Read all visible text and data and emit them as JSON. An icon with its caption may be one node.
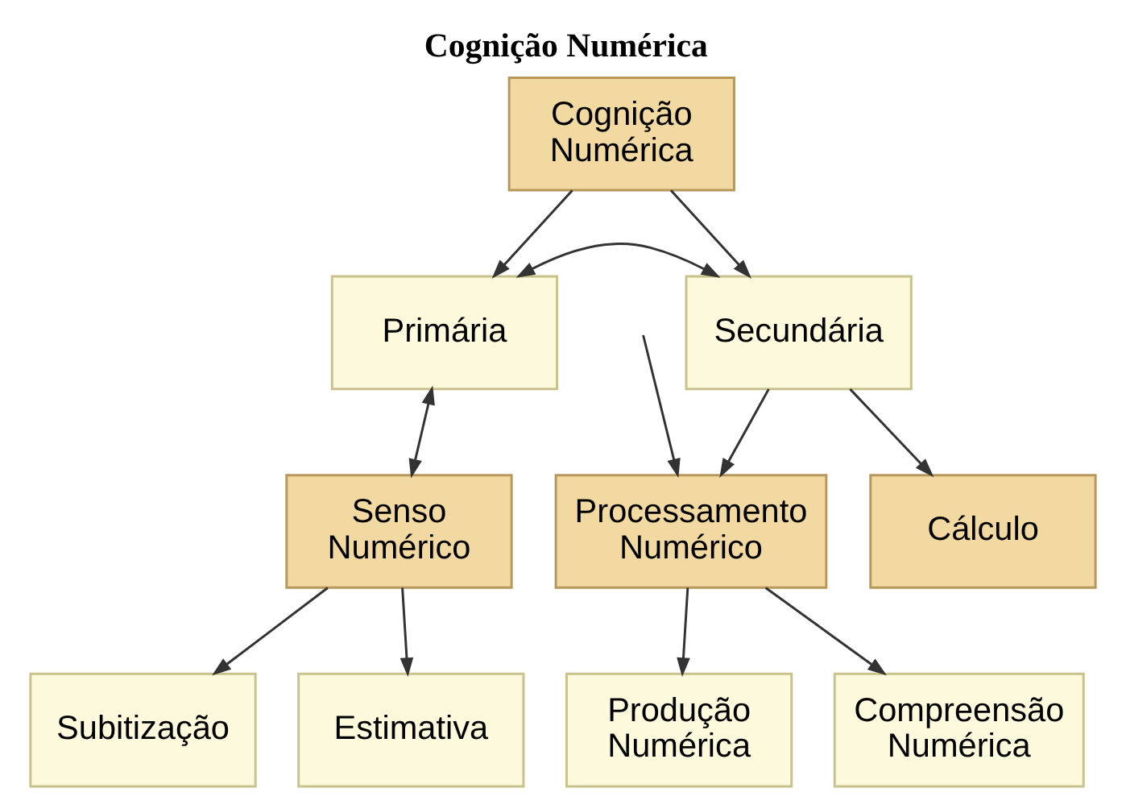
{
  "diagram": {
    "title": "Cognição Numérica",
    "nodes": [
      {
        "text": [
          "Cognição Numérica"
        ]
      },
      {
        "text": [
          "Primária"
        ]
      },
      {
        "text": [
          "Secundária"
        ]
      },
      {
        "text": [
          "Senso Numérico"
        ]
      },
      {
        "text": [
          "Processamento Numérico"
        ]
      },
      {
        "text": [
          "Cálculo"
        ]
      },
      {
        "text": [
          "Subitização"
        ]
      },
      {
        "text": [
          "Estimativa"
        ]
      },
      {
        "text": [
          "Produção Numérica"
        ]
      },
      {
        "text": [
          "Compreensão Numérica"
        ]
      }
    ],
    "edges": [
      {
        "from": 0,
        "to": 1,
        "arrow": "to"
      },
      {
        "from": 0,
        "to": 2,
        "arrow": "to"
      },
      {
        "from": 1,
        "to": 2,
        "arrow": "both"
      },
      {
        "from": null,
        "to": 4,
        "arrow": "to"
      },
      {
        "from": 1,
        "to": 3,
        "arrow": "both"
      },
      {
        "from": 2,
        "to": 4,
        "arrow": "to"
      },
      {
        "from": 2,
        "to": 5,
        "arrow": "to"
      },
      {
        "from": 3,
        "to": 6,
        "arrow": "to"
      },
      {
        "from": 3,
        "to": 7,
        "arrow": "to"
      },
      {
        "from": 4,
        "to": 8,
        "arrow": "to"
      },
      {
        "from": 4,
        "to": 9,
        "arrow": "to"
      }
    ]
  }
}
